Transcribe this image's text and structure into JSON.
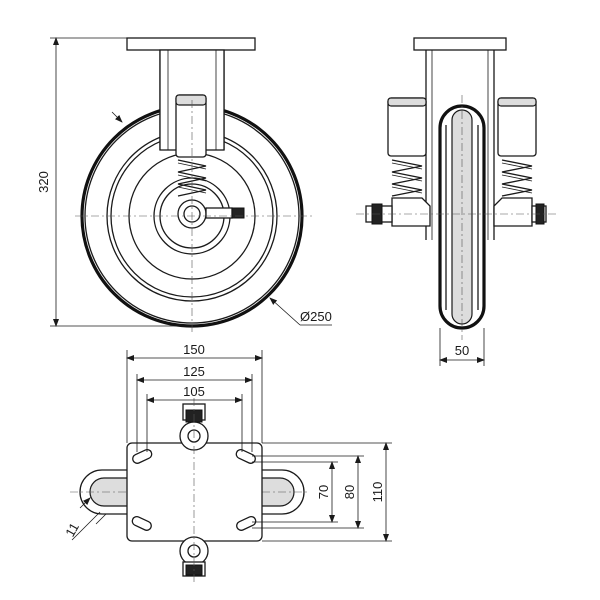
{
  "dimensions": {
    "height_total": "320",
    "wheel_diameter": "Ø250",
    "wheel_width": "50",
    "plate_length": "150",
    "hole_spacing_outer": "125",
    "hole_spacing_inner": "105",
    "plate_width": "110",
    "hole_spacing_width_outer": "80",
    "hole_spacing_width_inner": "70",
    "slot_width": "11"
  }
}
